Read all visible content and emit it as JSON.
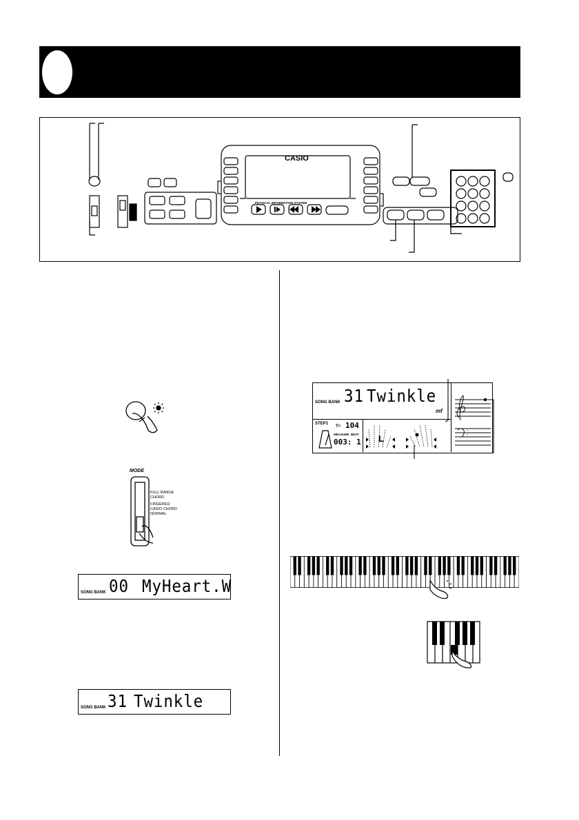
{
  "panel": {
    "brand": "CASIO",
    "info_system": "PHYSICAL INFORMATION SYSTEM"
  },
  "mode_switch": {
    "title": "MODE",
    "options": [
      "FULL RANGE",
      "CHORD",
      "FINGERED",
      "CASIO CHORD",
      "NORMAL"
    ]
  },
  "display1": {
    "label": "SONG BANK",
    "number": "00",
    "name": "MyHeart.W"
  },
  "display2": {
    "label": "SONG BANK",
    "number": "31",
    "name": "Twinkle"
  },
  "display_large": {
    "label": "SONG BANK",
    "number": "31",
    "name": "Twinkle",
    "step": "STEP1",
    "tempo_prefix": "T=",
    "tempo": "104",
    "measure_label": "MEASURE",
    "beat_label": "BEAT",
    "measure_beat": "003: 1",
    "left_hand": "L",
    "dynamics": "mf"
  }
}
